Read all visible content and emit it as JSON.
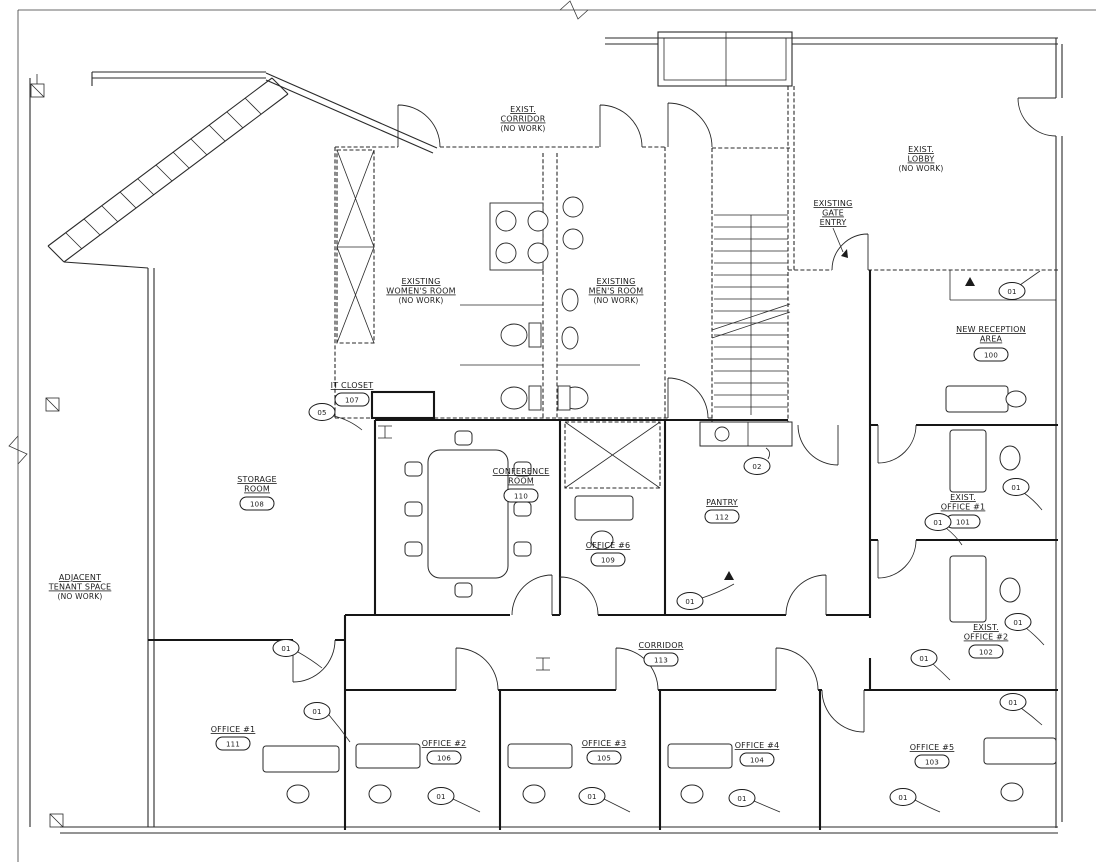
{
  "sheet": {
    "type": "architectural-floor-plan",
    "paper_color": "#ffffff",
    "ink_color": "#1b1b1b"
  },
  "rooms": {
    "corridor_exist": {
      "l1": "EXIST.",
      "l2": "CORRIDOR",
      "l3": "(NO WORK)"
    },
    "lobby": {
      "l1": "EXIST.",
      "l2": "LOBBY",
      "l3": "(NO WORK)"
    },
    "womens": {
      "l1": "EXISTING",
      "l2": "WOMEN'S ROOM",
      "l3": "(NO WORK)"
    },
    "mens": {
      "l1": "EXISTING",
      "l2": "MEN'S ROOM",
      "l3": "(NO WORK)"
    },
    "gate": {
      "l1": "EXISTING",
      "l2": "GATE",
      "l3": "ENTRY"
    },
    "reception": {
      "l1": "NEW RECEPTION",
      "l2": "AREA",
      "num": "100"
    },
    "it_closet": {
      "l1": "IT CLOSET",
      "num": "107"
    },
    "storage": {
      "l1": "STORAGE",
      "l2": "ROOM",
      "num": "108"
    },
    "conference": {
      "l1": "CONFERENCE",
      "l2": "ROOM",
      "num": "110"
    },
    "office6": {
      "l1": "OFFICE #6",
      "num": "109"
    },
    "pantry": {
      "l1": "PANTRY",
      "num": "112"
    },
    "tenant": {
      "l1": "ADJACENT",
      "l2": "TENANT SPACE",
      "l3": "(NO WORK)"
    },
    "ex_office1": {
      "l1": "EXIST.",
      "l2": "OFFICE #1",
      "num": "101"
    },
    "ex_office2": {
      "l1": "EXIST.",
      "l2": "OFFICE #2",
      "num": "102"
    },
    "corridor113": {
      "l1": "CORRIDOR",
      "num": "113"
    },
    "office1": {
      "l1": "OFFICE #1",
      "num": "111"
    },
    "office2": {
      "l1": "OFFICE #2",
      "num": "106"
    },
    "office3": {
      "l1": "OFFICE #3",
      "num": "105"
    },
    "office4": {
      "l1": "OFFICE #4",
      "num": "104"
    },
    "office5": {
      "l1": "OFFICE #5",
      "num": "103"
    }
  },
  "keynotes": {
    "k01": "01",
    "k02": "02",
    "k05": "05"
  }
}
